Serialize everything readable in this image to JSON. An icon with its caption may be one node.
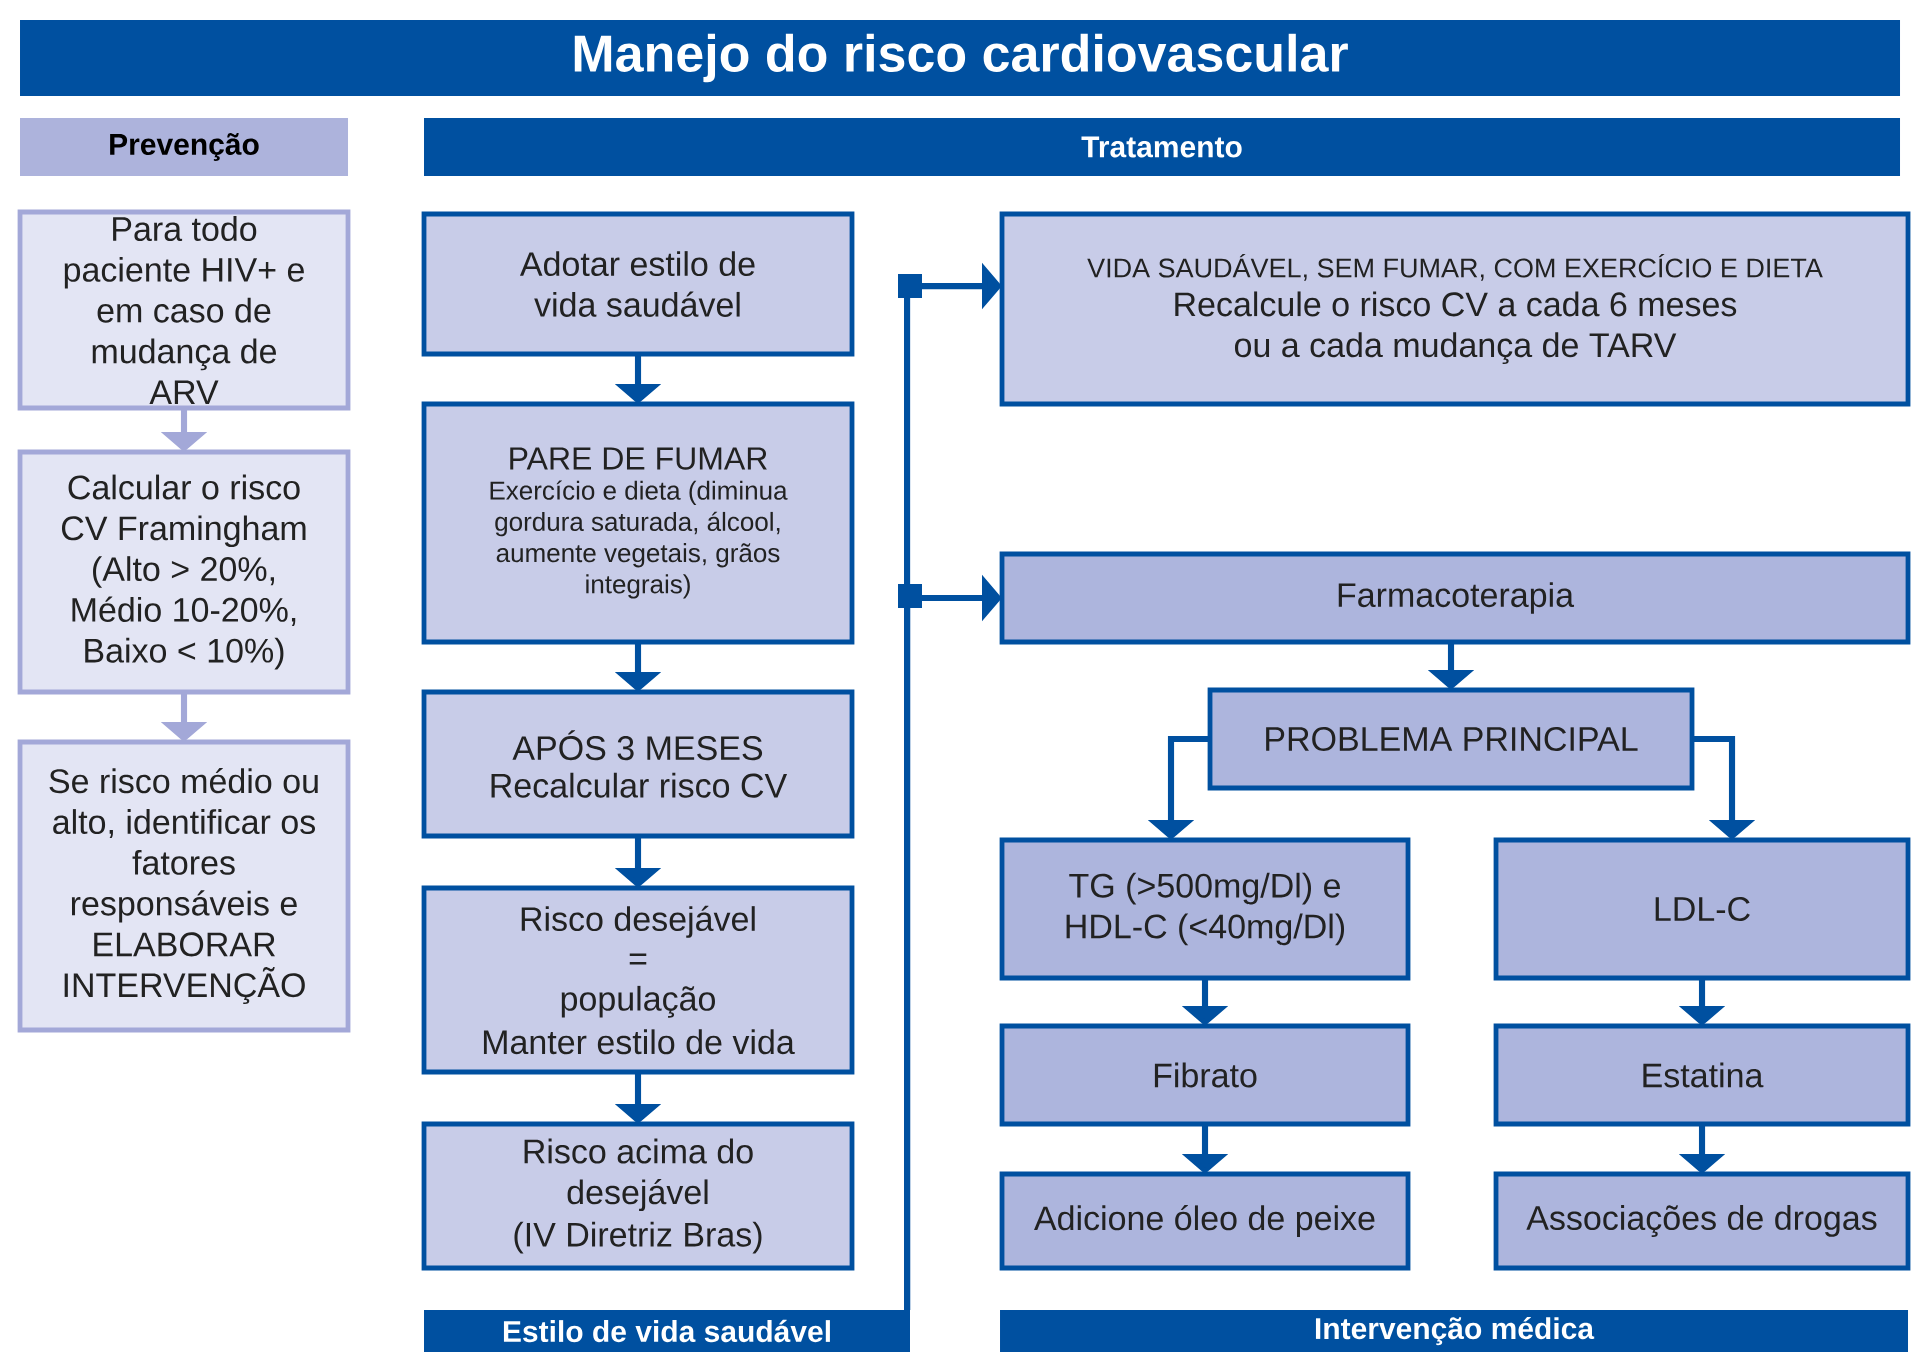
{
  "diagram": {
    "title": "Manejo do risco cardiovascular",
    "nodes": [
      {
        "text": [
          "Prevenção"
        ]
      },
      {
        "text": [
          "Tratamento"
        ]
      },
      {
        "text": [
          "Para todo paciente HIV+ e em caso de mudança de ARV"
        ]
      },
      {
        "text": [
          "Calcular o risco CV Framingham (Alto > 20%, Médio 10-20%, Baixo < 10%)"
        ]
      },
      {
        "text": [
          "Se risco médio ou alto, identificar os fatores responsáveis e ELABORAR INTERVENÇÃO"
        ]
      },
      {
        "text": [
          "Adotar estilo de vida saudável"
        ]
      },
      {
        "text": [
          "PARE DE FUMAR",
          "Exercício e dieta (diminua gordura saturada, álcool, aumente vegetais, grãos integrais)"
        ]
      },
      {
        "text": [
          "APÓS 3 MESES",
          "Recalcular risco CV"
        ]
      },
      {
        "text": [
          "Risco desejável",
          "=",
          "população",
          "Manter estilo de vida"
        ]
      },
      {
        "text": [
          "Risco acima do desejável",
          "(IV Diretriz Bras)"
        ]
      },
      {
        "text": [
          "Estilo de vida saudável"
        ]
      },
      {
        "text": [
          "VIDA SAUDÁVEL, SEM FUMAR, COM EXERCÍCIO E DIETA",
          "Recalcule o risco CV a cada 6 meses ou a cada mudança de TARV"
        ]
      },
      {
        "text": [
          "Farmacoterapia"
        ]
      },
      {
        "text": [
          "PROBLEMA PRINCIPAL"
        ]
      },
      {
        "text": [
          "TG (>500mg/Dl) e HDL-C (<40mg/Dl)"
        ]
      },
      {
        "text": [
          "LDL-C"
        ]
      },
      {
        "text": [
          "Fibrato"
        ]
      },
      {
        "text": [
          "Estatina"
        ]
      },
      {
        "text": [
          "Adicione óleo de peixe"
        ]
      },
      {
        "text": [
          "Associações de drogas"
        ]
      },
      {
        "text": [
          "Intervenção médica"
        ]
      }
    ],
    "edges": [
      {
        "from": 2,
        "to": 3,
        "arrow": "to",
        "color": "#a3a8d8"
      },
      {
        "from": 3,
        "to": 4,
        "arrow": "to",
        "color": "#a3a8d8"
      },
      {
        "from": 5,
        "to": 6,
        "arrow": "to"
      },
      {
        "from": 6,
        "to": 7,
        "arrow": "to"
      },
      {
        "from": 7,
        "to": 8,
        "arrow": "to"
      },
      {
        "from": 8,
        "to": 9,
        "arrow": "to"
      },
      {
        "from": 10,
        "to": 11,
        "arrow": "to"
      },
      {
        "from": 10,
        "to": 12,
        "arrow": "to"
      },
      {
        "from": 12,
        "to": 13,
        "arrow": "to"
      },
      {
        "from": 13,
        "to": 14,
        "arrow": "to"
      },
      {
        "from": 13,
        "to": 15,
        "arrow": "to"
      },
      {
        "from": 14,
        "to": 16,
        "arrow": "to"
      },
      {
        "from": 15,
        "to": 17,
        "arrow": "to"
      },
      {
        "from": 16,
        "to": 18,
        "arrow": "to"
      },
      {
        "from": 17,
        "to": 19,
        "arrow": "to"
      }
    ]
  }
}
